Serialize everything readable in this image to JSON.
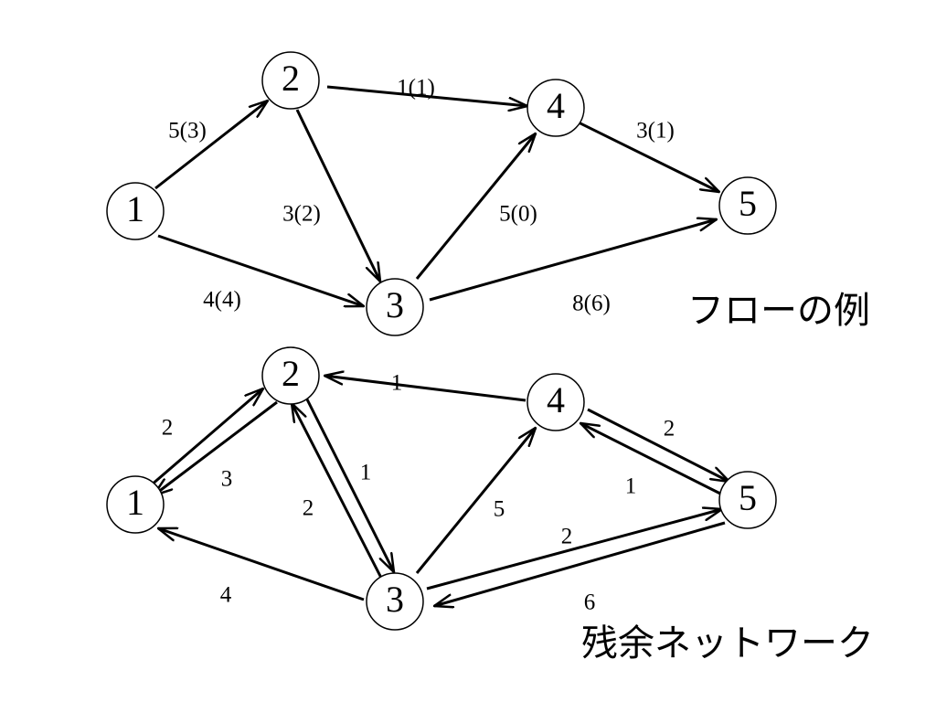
{
  "style": {
    "stroke_color": "#000000",
    "background": "#ffffff"
  },
  "graphs": [
    {
      "id": "flow",
      "caption": "フローの例",
      "nodes": [
        {
          "id": "1",
          "label": "1"
        },
        {
          "id": "2",
          "label": "2"
        },
        {
          "id": "3",
          "label": "3"
        },
        {
          "id": "4",
          "label": "4"
        },
        {
          "id": "5",
          "label": "5"
        }
      ],
      "edges": [
        {
          "from": "1",
          "to": "2",
          "label": "5(3)"
        },
        {
          "from": "2",
          "to": "4",
          "label": "1(1)"
        },
        {
          "from": "4",
          "to": "5",
          "label": "3(1)"
        },
        {
          "from": "2",
          "to": "3",
          "label": "3(2)"
        },
        {
          "from": "3",
          "to": "4",
          "label": "5(0)"
        },
        {
          "from": "1",
          "to": "3",
          "label": "4(4)"
        },
        {
          "from": "3",
          "to": "5",
          "label": "8(6)"
        }
      ]
    },
    {
      "id": "residual",
      "caption": "残余ネットワーク",
      "nodes": [
        {
          "id": "1",
          "label": "1"
        },
        {
          "id": "2",
          "label": "2"
        },
        {
          "id": "3",
          "label": "3"
        },
        {
          "id": "4",
          "label": "4"
        },
        {
          "id": "5",
          "label": "5"
        }
      ],
      "edges": [
        {
          "from": "1",
          "to": "2",
          "label": "2"
        },
        {
          "from": "2",
          "to": "1",
          "label": "3"
        },
        {
          "from": "4",
          "to": "2",
          "label": "1"
        },
        {
          "from": "2",
          "to": "3",
          "label": "1"
        },
        {
          "from": "3",
          "to": "2",
          "label": "2"
        },
        {
          "from": "3",
          "to": "4",
          "label": "5"
        },
        {
          "from": "4",
          "to": "5",
          "label": "2"
        },
        {
          "from": "5",
          "to": "4",
          "label": "1"
        },
        {
          "from": "3",
          "to": "1",
          "label": "4"
        },
        {
          "from": "3",
          "to": "5",
          "label": "2"
        },
        {
          "from": "5",
          "to": "3",
          "label": "6"
        }
      ]
    }
  ]
}
